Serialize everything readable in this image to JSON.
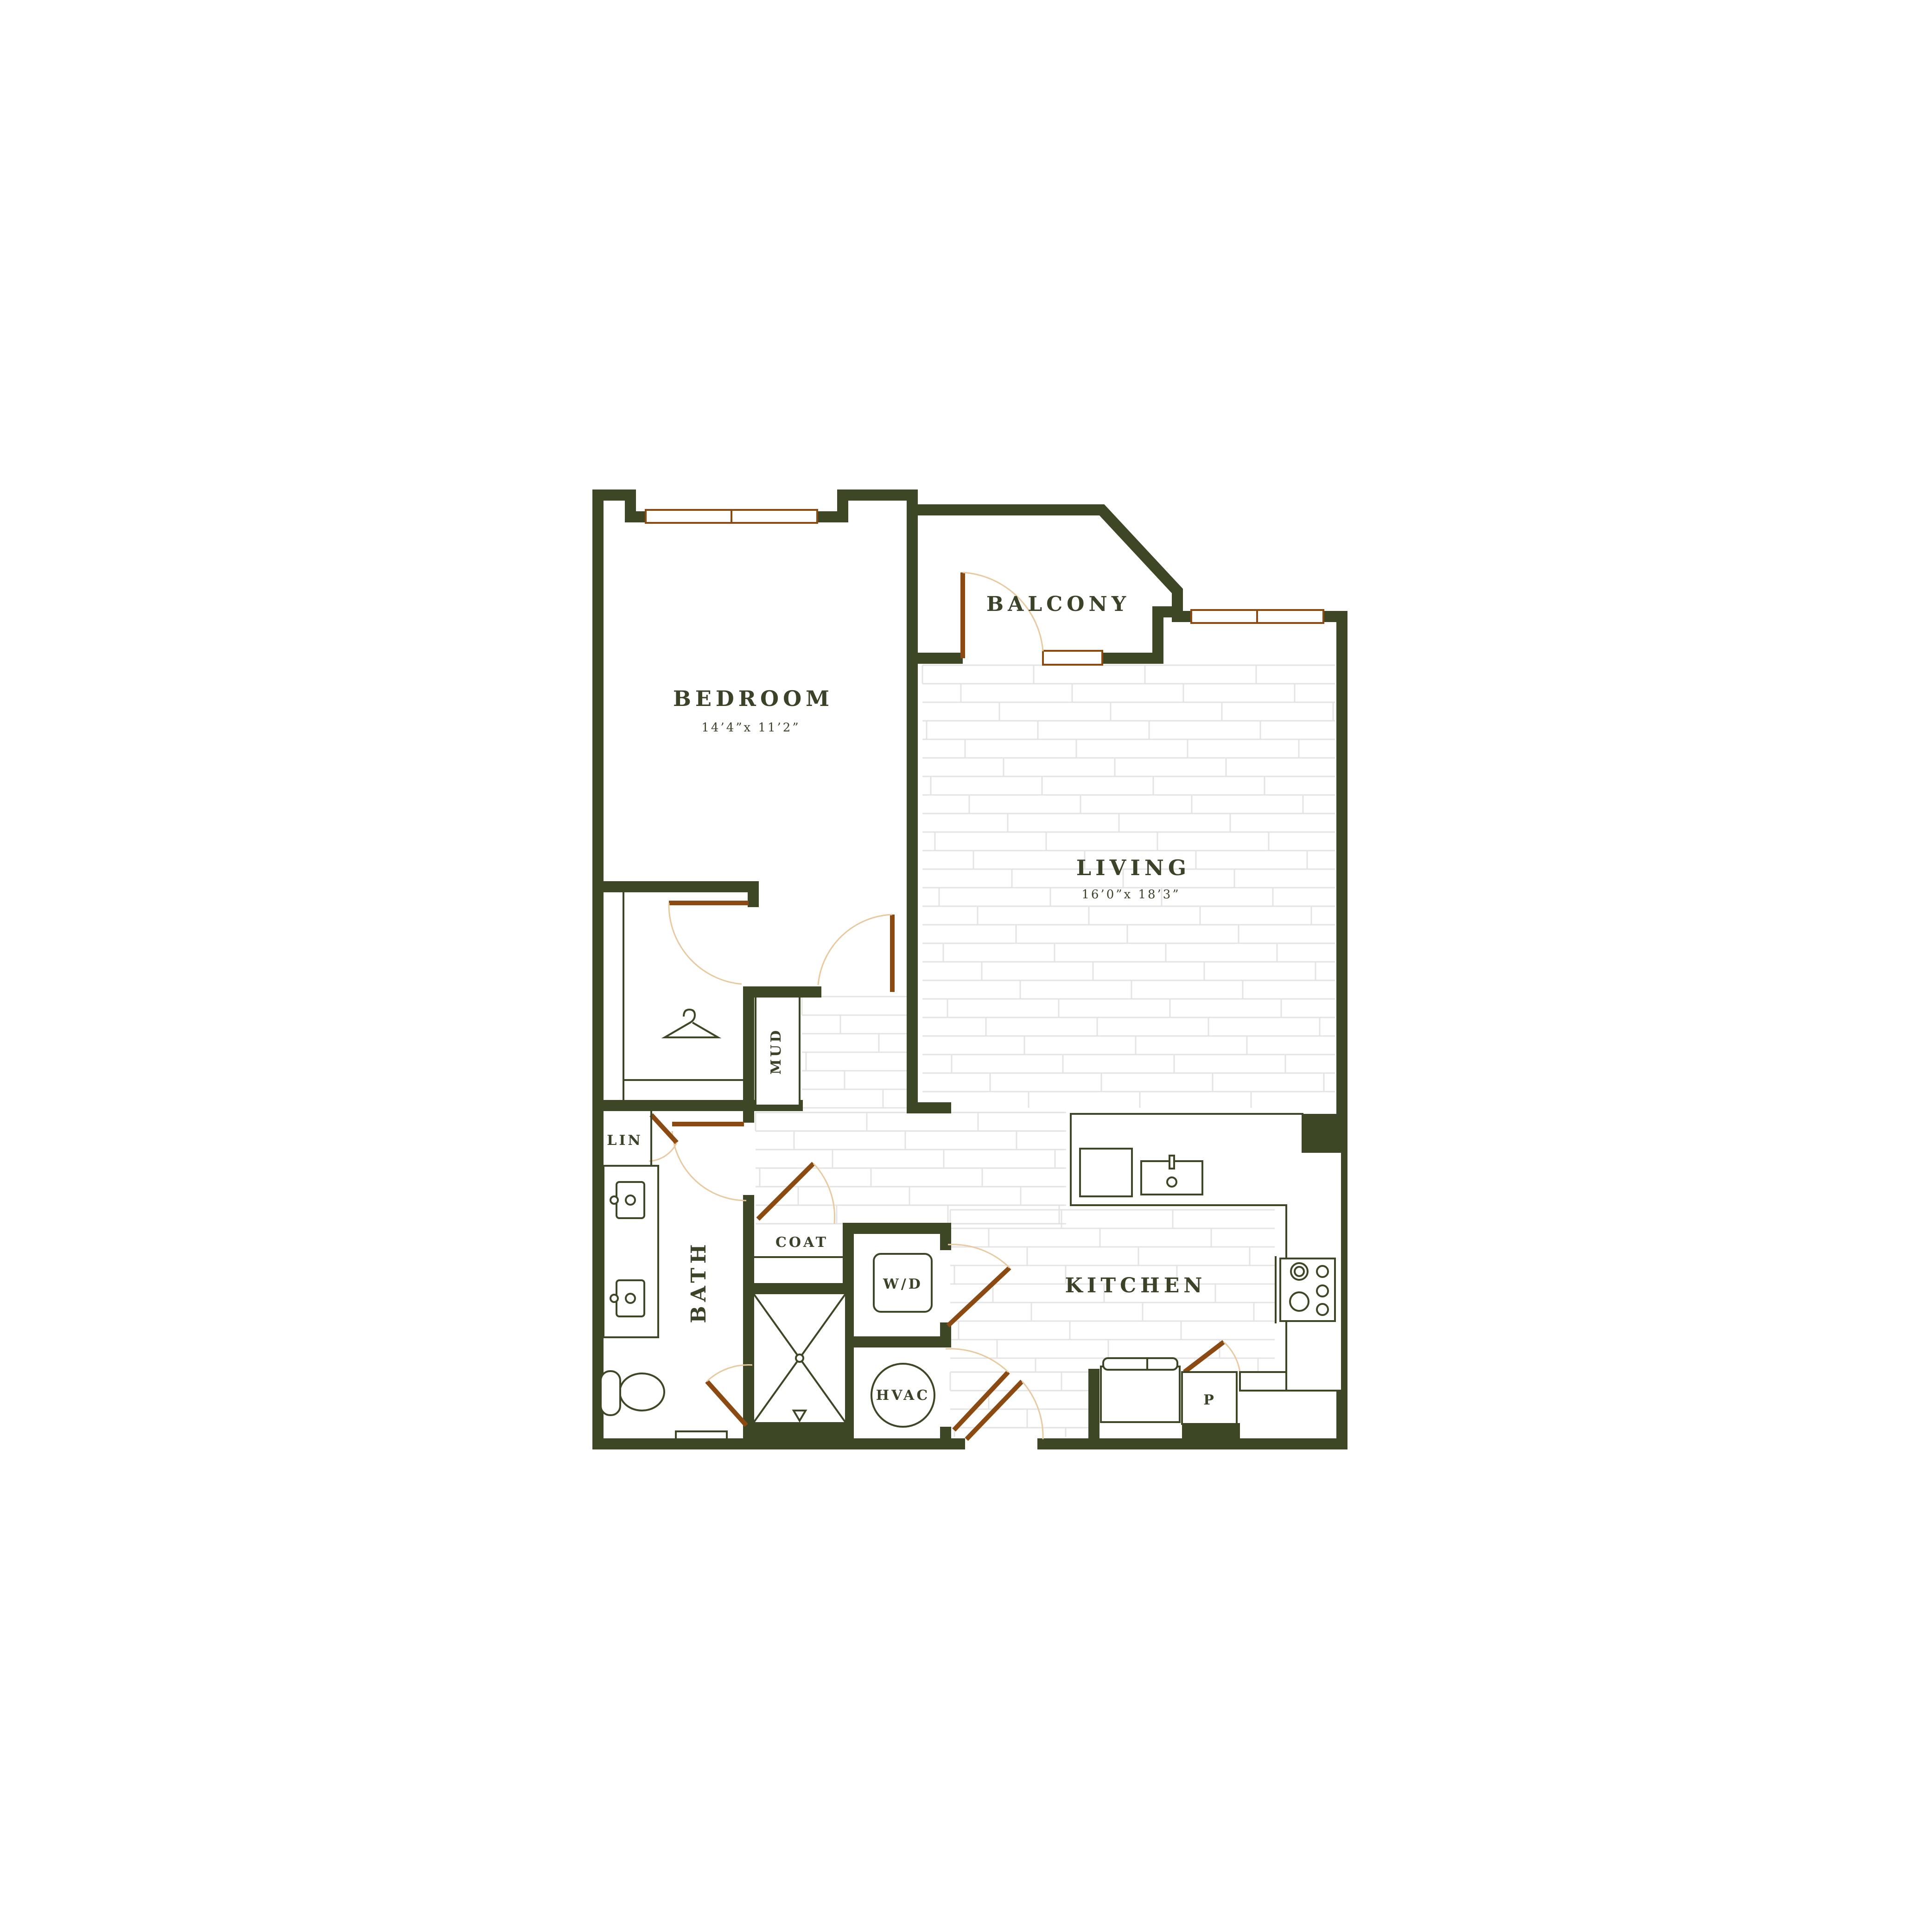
{
  "rooms": {
    "bedroom": {
      "name": "BEDROOM",
      "dims": "14’4”x 11’2”"
    },
    "living": {
      "name": "LIVING",
      "dims": "16’0”x 18’3”"
    },
    "balcony": {
      "name": "BALCONY"
    },
    "kitchen": {
      "name": "KITCHEN"
    },
    "bath": {
      "name": "BATH"
    },
    "mud": {
      "name": "MUD"
    },
    "lin": {
      "name": "LIN"
    },
    "coat": {
      "name": "COAT"
    },
    "washer_dryer": {
      "name": "W/D"
    },
    "hvac": {
      "name": "HVAC"
    },
    "pantry": {
      "name": "P"
    }
  },
  "colors": {
    "wall": "#3d4726",
    "door": "#8a4a12",
    "door_swing": "#e8c9a0",
    "floor_planks": "#e4e4e4"
  },
  "icons": {
    "closet": "hanger-icon",
    "shower_drain": "triangle-drain-icon"
  }
}
